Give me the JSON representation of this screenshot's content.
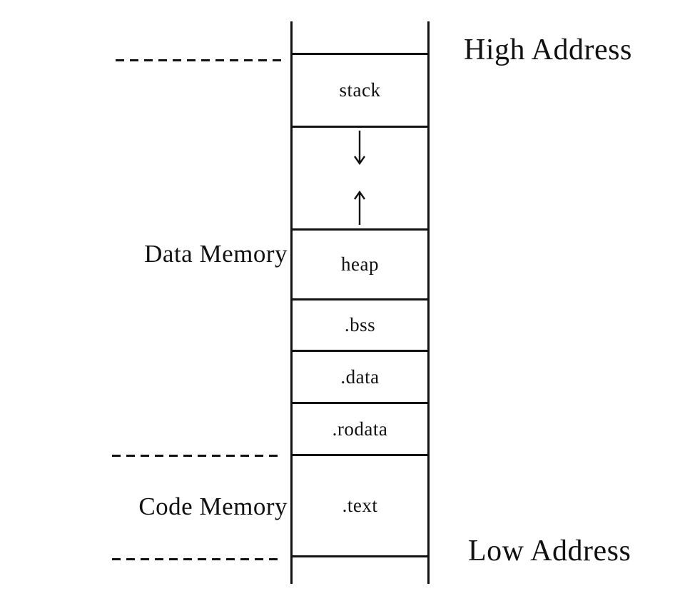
{
  "labels": {
    "high_address": "High Address",
    "low_address": "Low Address",
    "data_memory": "Data Memory",
    "code_memory": "Code Memory"
  },
  "segments": [
    {
      "label": "stack"
    },
    {
      "label": "heap"
    },
    {
      "label": ".bss"
    },
    {
      "label": ".data"
    },
    {
      "label": ".rodata"
    },
    {
      "label": ".text"
    }
  ],
  "icons": {
    "stack_growth_arrow": "down-arrow",
    "heap_growth_arrow": "up-arrow"
  },
  "colors": {
    "line": "#111111",
    "background": "#ffffff",
    "text": "#111111"
  }
}
